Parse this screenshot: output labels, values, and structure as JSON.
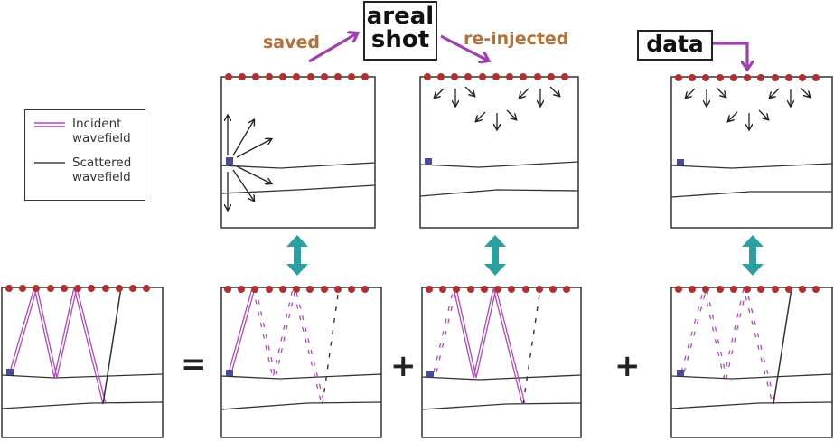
{
  "labels": {
    "areal_shot": [
      "areal",
      "shot"
    ],
    "saved": "saved",
    "re_injected": "re-injected",
    "data": "data"
  },
  "operators": {
    "equals": "=",
    "plus_1": "+",
    "plus_2": "+"
  },
  "legend": {
    "items": [
      {
        "line1": "Incident",
        "line2": "wavefield",
        "style": "double-line",
        "color": "#b048b8"
      },
      {
        "line1": "Scattered",
        "line2": "wavefield",
        "style": "single-line",
        "color": "#333333"
      }
    ]
  },
  "colors": {
    "receiver": "#b03030",
    "source": "#4a4a9a",
    "incident": "#b048b8",
    "scattered": "#333333",
    "connector_arrow": "#2aa0a0",
    "annotation_text": "#b5703a",
    "flow_arrow": "#a040b0"
  },
  "panels": {
    "top": [
      {
        "id": "source-wavefield",
        "description": "Point source radiating in all directions"
      },
      {
        "id": "reinjected-areal-shot",
        "description": "Areal shot re-injected downward from receivers"
      },
      {
        "id": "data-injection",
        "description": "Recorded data injected downward from receivers"
      }
    ],
    "bottom": [
      {
        "id": "full-wavefield",
        "description": "Total scattering path"
      },
      {
        "id": "term-1",
        "description": "Source-side incident leg with dashed remainder"
      },
      {
        "id": "term-2",
        "description": "Re-injected middle legs"
      },
      {
        "id": "term-3",
        "description": "Data-side scattered leg"
      }
    ]
  },
  "receivers_per_panel": 11
}
